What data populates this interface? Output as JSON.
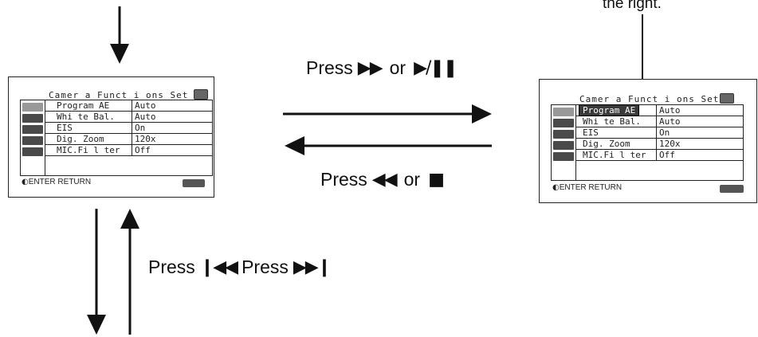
{
  "callout_text": "the right.",
  "forward_label": {
    "text": "Press",
    "glyph_a": "▶▶",
    "or": "or",
    "glyph_b": "▶/❚❚"
  },
  "back_label": {
    "text": "Press",
    "glyph_a": "◀◀",
    "or": "or",
    "glyph_b": "■"
  },
  "vertical_label": {
    "text1": "Press",
    "glyph1": "❙◀◀",
    "text2": "Press",
    "glyph2": "▶▶❙"
  },
  "menu": {
    "title": "Camer a Funct i ons Set",
    "rows": [
      {
        "key": "Program AE",
        "value": "Auto"
      },
      {
        "key": "Whi te Bal.",
        "value": "Auto"
      },
      {
        "key": "EIS",
        "value": "On"
      },
      {
        "key": "Dig. Zoom",
        "value": "120x"
      },
      {
        "key": "MIC.Fi l ter",
        "value": "Off"
      }
    ],
    "footer_glyph": "◐",
    "footer_enter": "ENTER",
    "footer_return": "RETURN"
  }
}
